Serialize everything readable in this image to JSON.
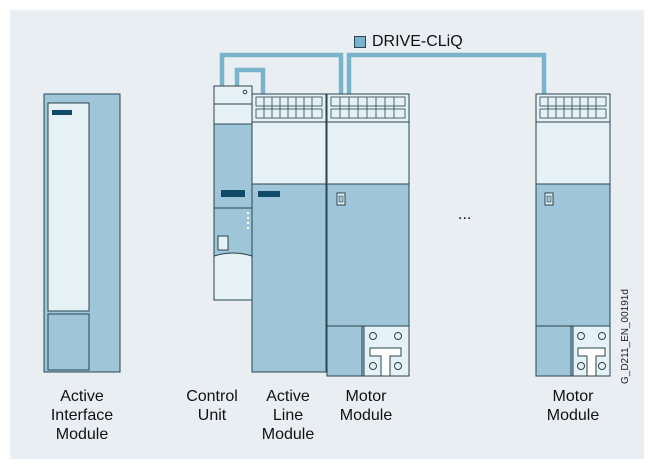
{
  "colors": {
    "background_panel": "#e8eef1",
    "module_fill": "#9ec6d8",
    "module_light_fill": "#e6f1f5",
    "module_stroke": "#2a4450",
    "drive_cliq_line": "#79b4cc",
    "display_dark": "#114a66"
  },
  "legend": {
    "label": "DRIVE-CLiQ",
    "swatch_icon": "drive-cliq-swatch"
  },
  "ellipsis": "...",
  "drawing_id": "G_D211_EN_00191d",
  "labels": {
    "active_interface_module": "Active\nInterface\nModule",
    "control_unit": "Control\nUnit",
    "active_line_module": "Active\nLine\nModule",
    "motor_module_1": "Motor\nModule",
    "motor_module_2": "Motor\nModule"
  }
}
